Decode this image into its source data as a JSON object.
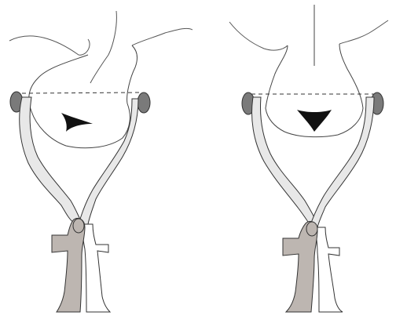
{
  "figure": {
    "panels": [
      {
        "id": "left",
        "view": "oblique"
      },
      {
        "id": "right",
        "view": "frontal"
      }
    ],
    "colors": {
      "background": "#ffffff",
      "outline": "#3c3c3c",
      "blade_fill": "#e8e8e8",
      "ring_fill": "#7a7a7a",
      "dark_handle": "#bdb6b1",
      "light_handle": "#ffffff",
      "black": "#111111"
    }
  }
}
